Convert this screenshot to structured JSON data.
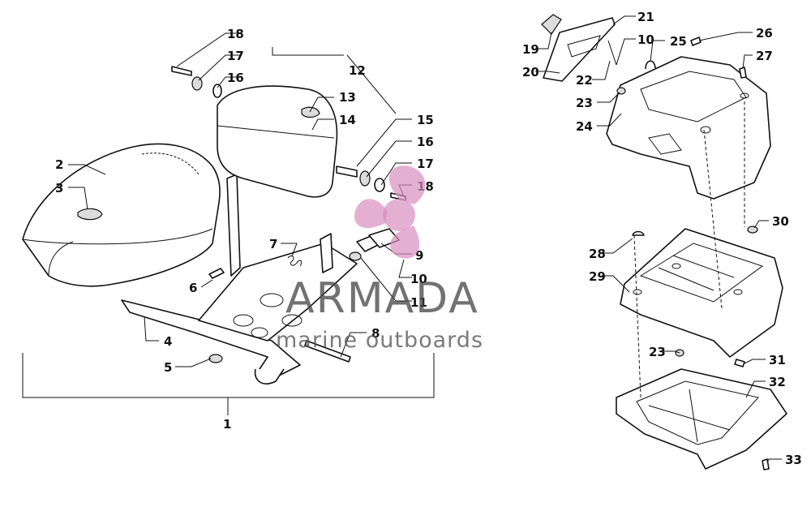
{
  "callouts": [
    "1",
    "2",
    "3",
    "4",
    "5",
    "6",
    "7",
    "8",
    "9",
    "10",
    "11",
    "12",
    "13",
    "14",
    "15",
    "16",
    "17",
    "18",
    "16",
    "17",
    "18",
    "19",
    "20",
    "21",
    "10",
    "22",
    "23",
    "24",
    "25",
    "26",
    "27",
    "28",
    "29",
    "30",
    "23",
    "31",
    "32",
    "33"
  ],
  "watermark": {
    "brand": "ARMADA",
    "tagline": "marine outboards"
  },
  "colors": {
    "ink": "#111111",
    "watermark_logo": "#d98fbf",
    "watermark_text": "#4a4a4a"
  }
}
